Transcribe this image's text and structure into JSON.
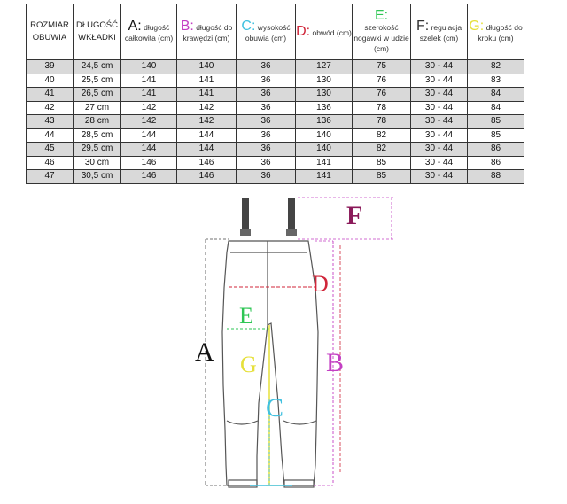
{
  "table": {
    "headers": [
      {
        "letter": "",
        "text": "ROZMIAR OBUWIA",
        "color": "#222222"
      },
      {
        "letter": "",
        "text": "DŁUGOŚĆ WKŁADKI",
        "color": "#222222"
      },
      {
        "letter": "A:",
        "text": "długość całkowita (cm)",
        "color": "#111111"
      },
      {
        "letter": "B:",
        "text": "długość do krawędzi (cm)",
        "color": "#c33fc3"
      },
      {
        "letter": "C:",
        "text": "wysokość obuwia (cm)",
        "color": "#41c1e0"
      },
      {
        "letter": "D:",
        "text": "obwód (cm)",
        "color": "#d0263a"
      },
      {
        "letter": "E:",
        "text": "szerokość nogawki w udzie (cm)",
        "color": "#2ec654"
      },
      {
        "letter": "F:",
        "text": "regulacja szelek (cm)",
        "color": "#333333"
      },
      {
        "letter": "G:",
        "text": "długość do kroku (cm)",
        "color": "#e6e03a"
      }
    ],
    "rows": [
      [
        "39",
        "24,5 cm",
        "140",
        "140",
        "36",
        "127",
        "75",
        "30 - 44",
        "82"
      ],
      [
        "40",
        "25,5 cm",
        "141",
        "141",
        "36",
        "130",
        "76",
        "30 - 44",
        "83"
      ],
      [
        "41",
        "26,5 cm",
        "141",
        "141",
        "36",
        "130",
        "76",
        "30 - 44",
        "84"
      ],
      [
        "42",
        "27 cm",
        "142",
        "142",
        "36",
        "136",
        "78",
        "30 - 44",
        "84"
      ],
      [
        "43",
        "28 cm",
        "142",
        "142",
        "36",
        "136",
        "78",
        "30 - 44",
        "85"
      ],
      [
        "44",
        "28,5 cm",
        "144",
        "144",
        "36",
        "140",
        "82",
        "30 - 44",
        "85"
      ],
      [
        "45",
        "29,5 cm",
        "144",
        "144",
        "36",
        "140",
        "82",
        "30 - 44",
        "86"
      ],
      [
        "46",
        "30 cm",
        "146",
        "146",
        "36",
        "141",
        "85",
        "30 - 44",
        "86"
      ],
      [
        "47",
        "30,5 cm",
        "146",
        "146",
        "36",
        "141",
        "85",
        "30 - 44",
        "88"
      ]
    ]
  },
  "diagram": {
    "labels": {
      "A": "A",
      "B": "B",
      "C": "C",
      "D": "D",
      "E": "E",
      "F": "F",
      "G": "G"
    },
    "colors": {
      "A": "#111111",
      "B": "#c33fc3",
      "C": "#41c1e0",
      "D": "#d0263a",
      "E": "#2ec654",
      "F": "#8b1a5a",
      "G": "#e6e03a",
      "outline": "#555555",
      "strap": "#444444"
    }
  }
}
